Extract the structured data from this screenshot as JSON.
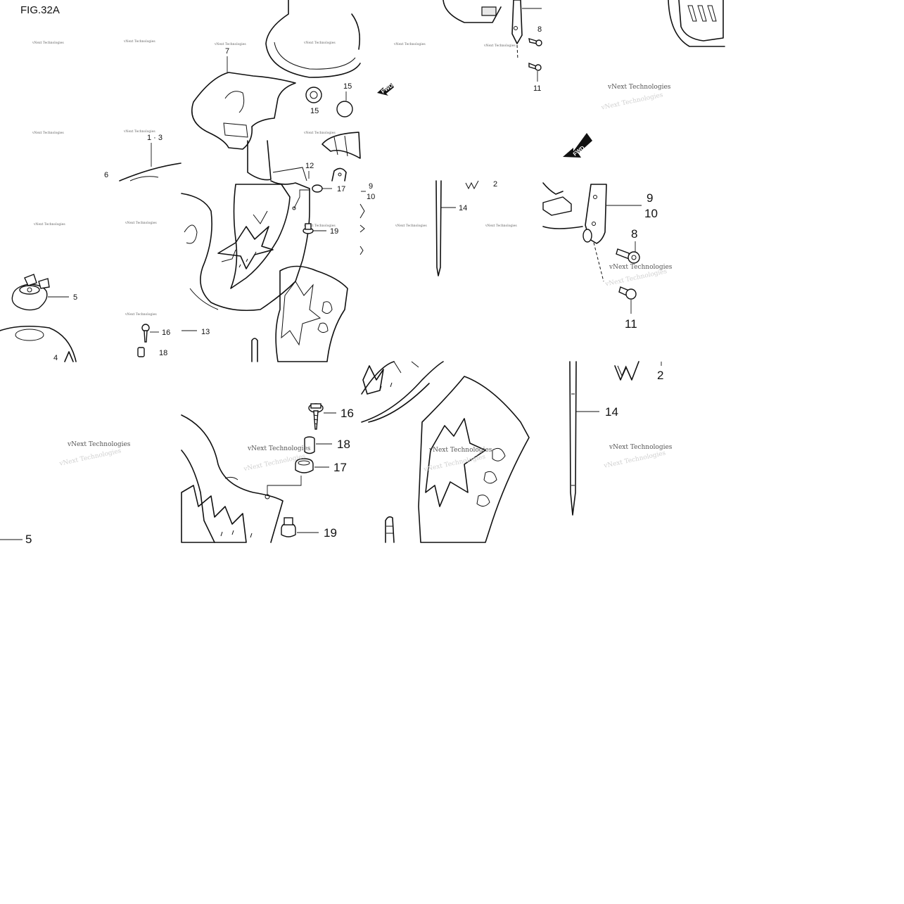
{
  "figure": {
    "title": "FIG.32A",
    "watermark": "vNext Technologies",
    "fwd_label": "FWD"
  },
  "callouts": {
    "c1_3": "1 · 3",
    "c2": "2",
    "c4": "4",
    "c5": "5",
    "c6": "6",
    "c7": "7",
    "c8": "8",
    "c9": "9",
    "c10": "10",
    "c11": "11",
    "c12": "12",
    "c13": "13",
    "c14": "14",
    "c15": "15",
    "c16": "16",
    "c17": "17",
    "c18": "18",
    "c19": "19"
  }
}
